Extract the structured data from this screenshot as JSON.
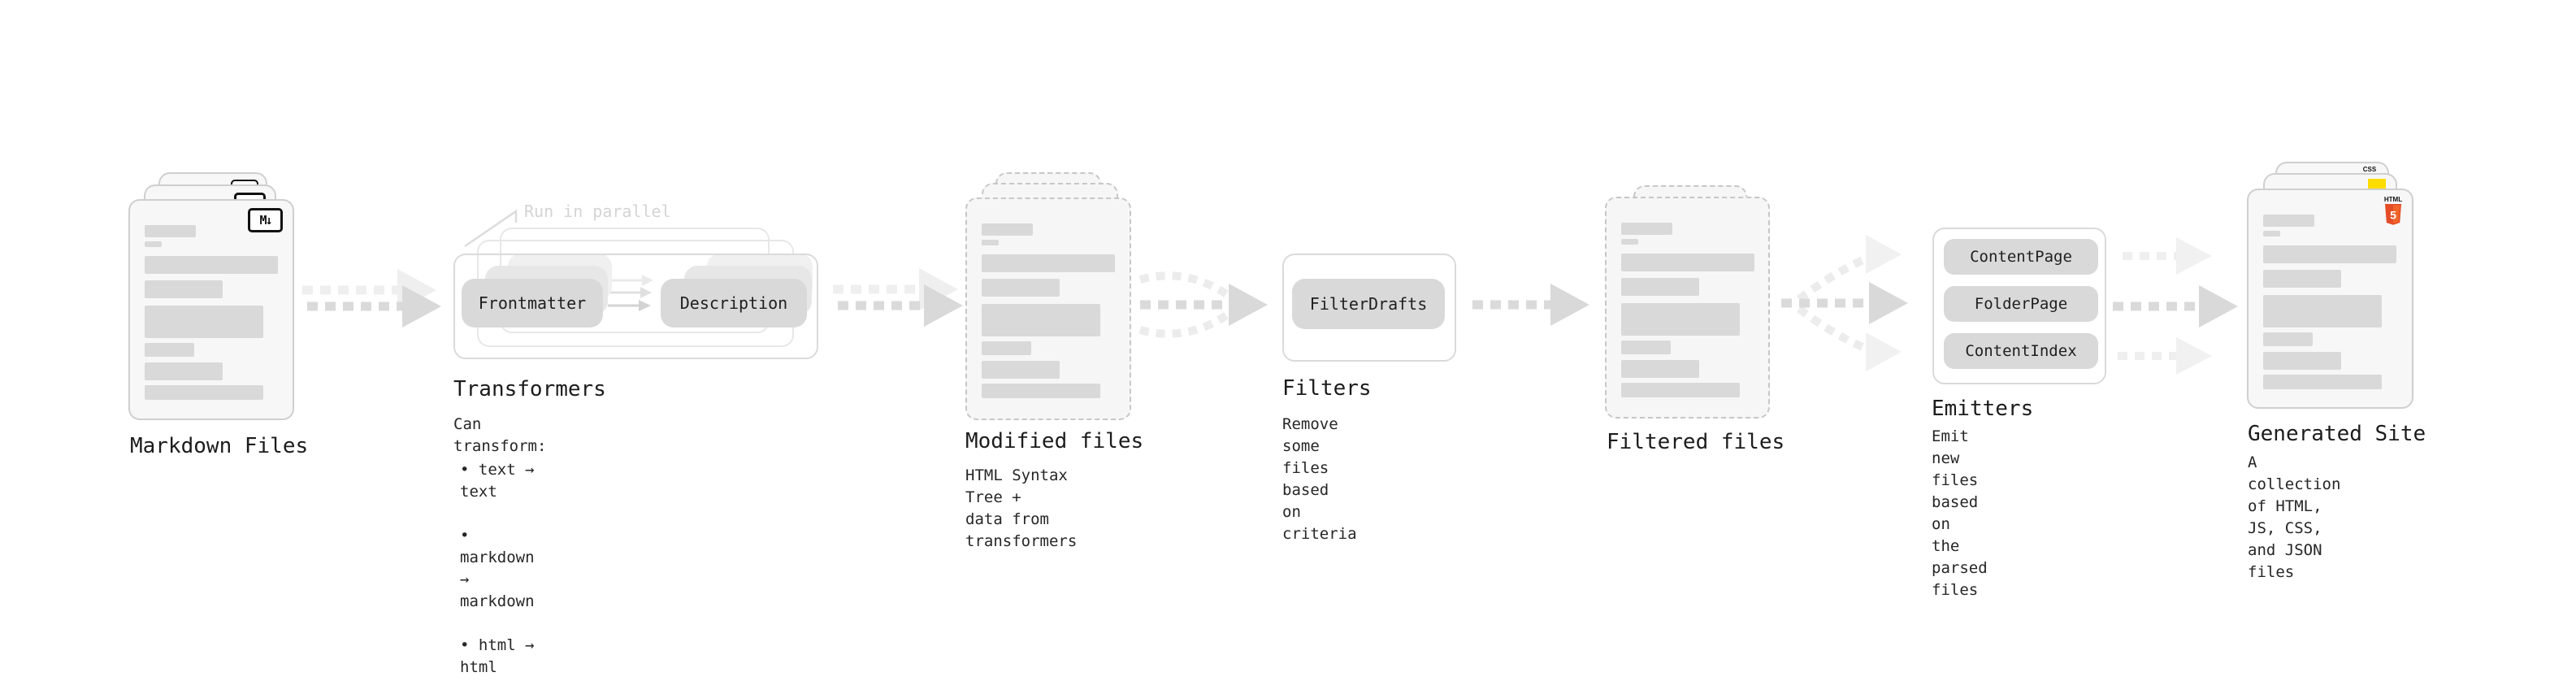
{
  "markdown": {
    "title": "Markdown Files",
    "icon_label": "M↓"
  },
  "transformers": {
    "title": "Transformers",
    "annotation": "Run in parallel",
    "node_a": "Frontmatter",
    "node_b": "Description",
    "caption_heading": "Can transform:",
    "bullets": [
      "• text → text",
      "• markdown → markdown",
      "• html → html"
    ]
  },
  "modified": {
    "title": "Modified files",
    "caption": "HTML Syntax Tree +\ndata from transformers"
  },
  "filters": {
    "title": "Filters",
    "node": "FilterDrafts",
    "caption": "Remove some files based\non criteria"
  },
  "filtered": {
    "title": "Filtered files"
  },
  "emitters": {
    "title": "Emitters",
    "nodes": [
      "ContentPage",
      "FolderPage",
      "ContentIndex"
    ],
    "caption": "Emit new files based on\nthe parsed files"
  },
  "generated": {
    "title": "Generated Site",
    "caption": "A collection of HTML,\nJS, CSS, and JSON files",
    "html5_icon": {
      "label": "HTML",
      "number": "5"
    },
    "css_icon": "CSS"
  },
  "colors": {
    "html5_orange": "#E44D26",
    "html5_orange_light": "#F16529",
    "js_yellow": "#FFDD00",
    "css_blue": "#2965F1",
    "arrow_dark": "#dadada",
    "arrow_light": "#efefef"
  }
}
